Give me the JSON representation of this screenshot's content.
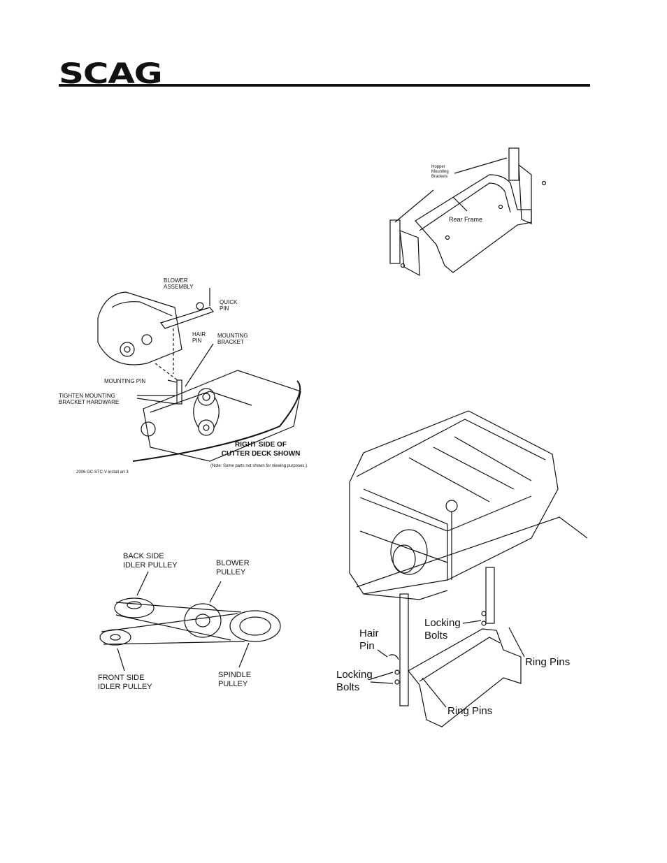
{
  "header": {
    "logo_text": "SCAG"
  },
  "fig_rear_frame": {
    "hopper_brackets": "Hopper\nMounting\nBrackets",
    "rear_frame": "Rear Frame"
  },
  "fig_blower": {
    "blower_assembly": "BLOWER\nASSEMBLY",
    "quick_pin": "QUICK\nPIN",
    "hair_pin": "HAIR\nPIN",
    "mounting_bracket": "MOUNTING\nBRACKET",
    "mounting_pin": "MOUNTING PIN",
    "tighten": "TIGHTEN MOUNTING\nBRACKET HARDWARE",
    "right_side": "RIGHT SIDE OF\nCUTTER DECK SHOWN",
    "note": "(Note: Some parts not shown for viewing purposes.)",
    "art_id": "2006 GC-STC-V install art 3"
  },
  "fig_pulleys": {
    "back_idler": "BACK SIDE\nIDLER PULLEY",
    "blower_pulley": "BLOWER\nPULLEY",
    "front_idler": "FRONT SIDE\nIDLER PULLEY",
    "spindle_pulley": "SPINDLE\nPULLEY"
  },
  "fig_hopper": {
    "hair_pin": "Hair\nPin",
    "locking_bolts_upper": "Locking\nBolts",
    "locking_bolts_lower": "Locking\nBolts",
    "ring_pins_right": "Ring Pins",
    "ring_pins_lower": "Ring Pins"
  }
}
